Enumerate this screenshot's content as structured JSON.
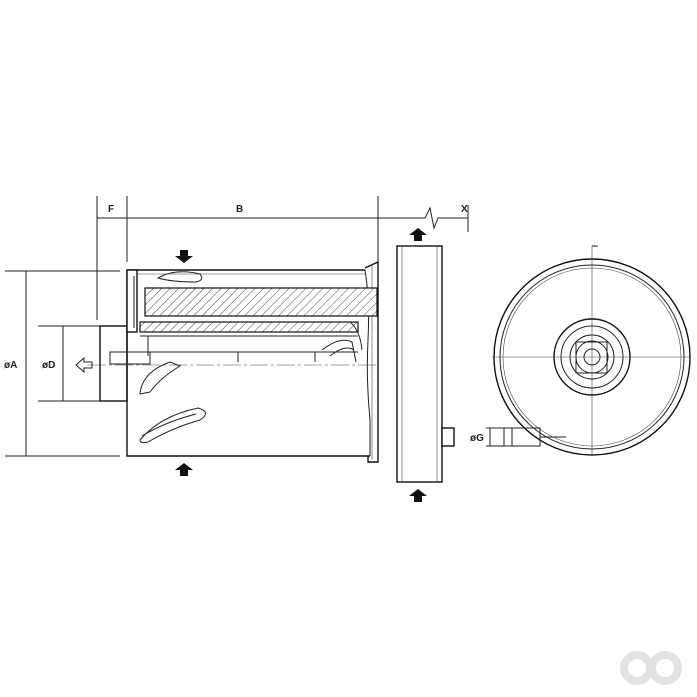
{
  "dimensions": {
    "A": "øA",
    "B": "B",
    "D": "øD",
    "F": "F",
    "G": "øG",
    "X": "X"
  },
  "colors": {
    "line": "#222222",
    "logo": "#e2e2e2",
    "background": "#ffffff"
  },
  "icons": {
    "flow_in": "arrow-down-filled-icon",
    "flow_up": "arrow-up-filled-icon",
    "flow_out": "arrow-left-outline-icon",
    "logo": "brand-logo-icon"
  }
}
